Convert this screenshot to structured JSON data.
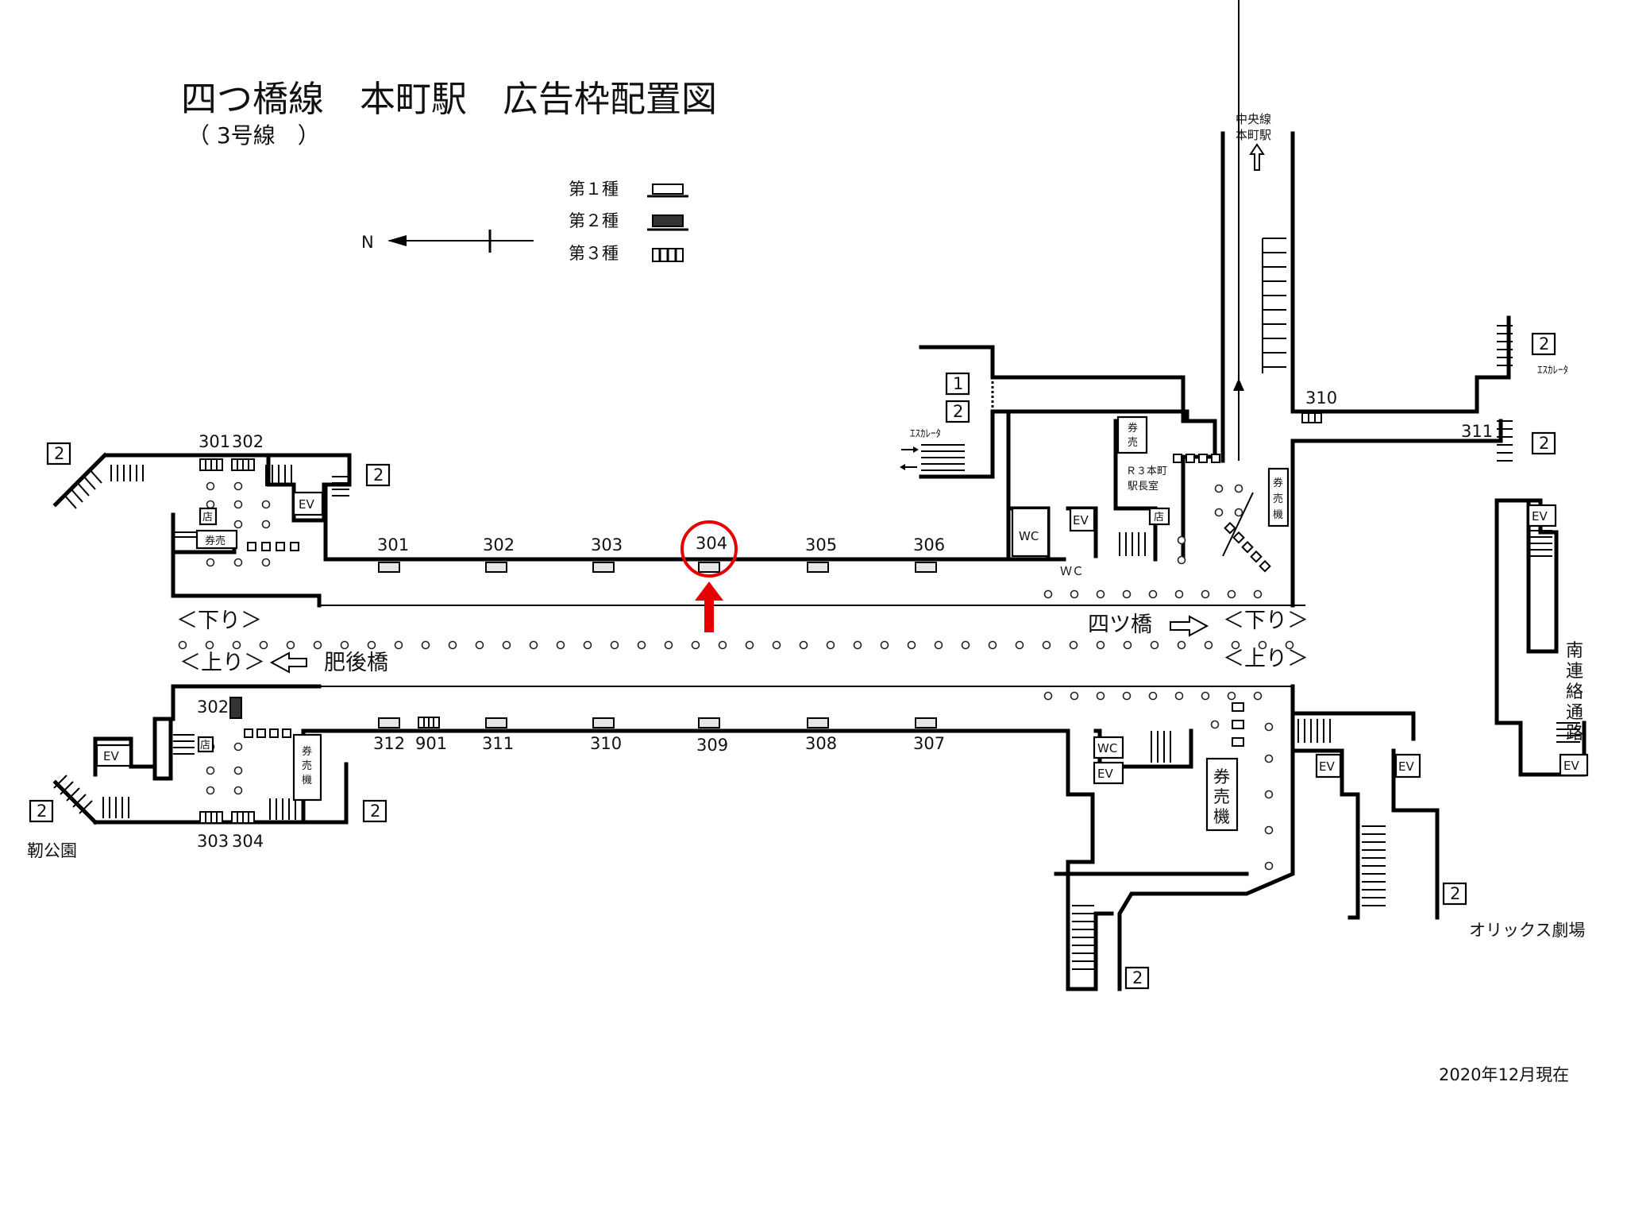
{
  "header": {
    "title": "四つ橋線　本町駅　広告枠配置図",
    "subtitle": "（ 3号線　）"
  },
  "legend": {
    "items": [
      {
        "label": "第１種",
        "type": "type1"
      },
      {
        "label": "第２種",
        "type": "type2"
      },
      {
        "label": "第３種",
        "type": "type3"
      }
    ],
    "north_label": "N"
  },
  "directions": {
    "down_left": "＜下り＞",
    "up_left": "＜上り＞",
    "down_right": "＜下り＞",
    "up_right": "＜上り＞",
    "yotsubashi": "四ツ橋",
    "higobashi": "肥後橋"
  },
  "places": {
    "chuo_line_1": "中央線",
    "chuo_line_2": "本町駅",
    "escalator_right": "ｴｽｶﾚｰﾀ",
    "escalator_left": "ｴｽｶﾚｰﾀ",
    "south_passage": [
      "南",
      "連",
      "絡",
      "通",
      "路"
    ],
    "utsubo_park": "靭公園",
    "orix_theater": "オリックス劇場",
    "station_master_1": "Ｒ３本町",
    "station_master_2": "駅長室"
  },
  "facilities": {
    "ev": "EV",
    "wc": "WC",
    "wc_spaced": "ＷＣ",
    "shop": "店",
    "ticket_h": "券売",
    "ticket_v1": "券",
    "ticket_v2": "売",
    "ticket_v3": "機",
    "ticket_small_1": "券",
    "ticket_small_2": "売"
  },
  "exit_labels": {
    "one": "1",
    "two": "2"
  },
  "ads": {
    "upper_platform": [
      "301",
      "302",
      "303",
      "304",
      "305",
      "306"
    ],
    "lower_platform": [
      "312",
      "901",
      "311",
      "310",
      "309",
      "308",
      "307"
    ],
    "north_upper": [
      "301",
      "302"
    ],
    "north_lower_type2": "302",
    "north_lower": [
      "303",
      "304"
    ],
    "east_310": "310",
    "east_311": "311"
  },
  "highlight": {
    "ad_id": "304",
    "color": "#e60000"
  },
  "footer": {
    "date": "2020年12月現在"
  }
}
